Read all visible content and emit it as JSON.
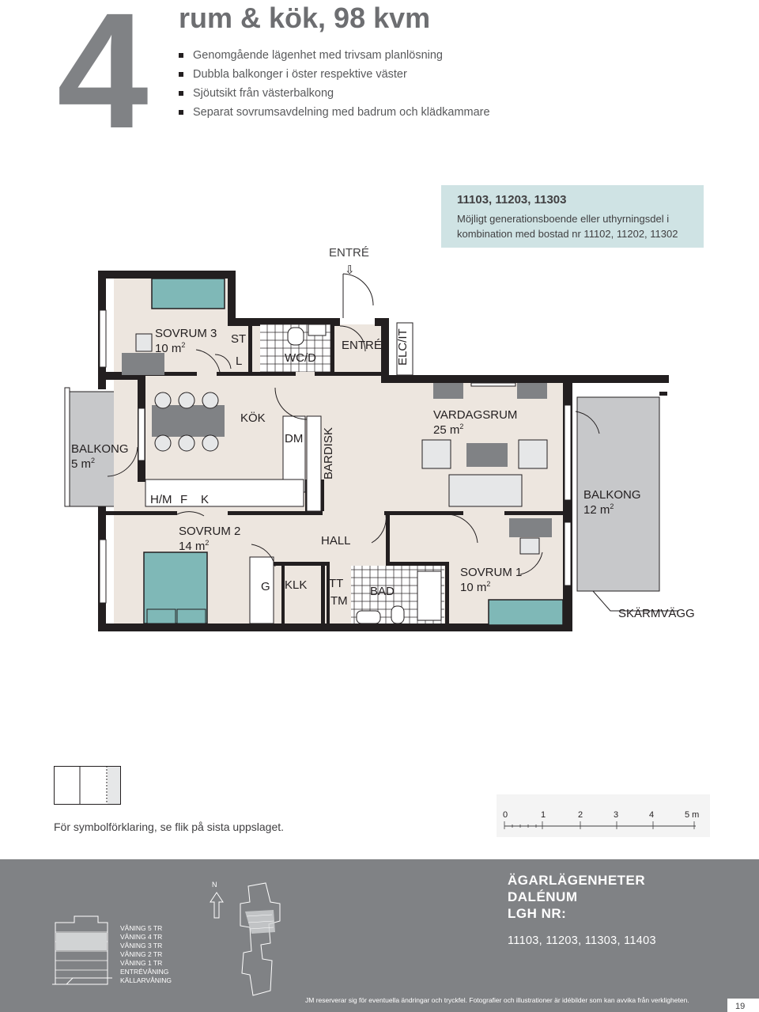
{
  "header": {
    "room_number": "4",
    "title": "rum & kök, 98 kvm",
    "bullets": [
      "Genomgående lägenhet med trivsam planlösning",
      "Dubbla balkonger i öster respektive väster",
      "Sjöutsikt från västerbalkong",
      "Separat sovrumsavdelning med badrum och klädkammare"
    ]
  },
  "infobox": {
    "numbers": "11103, 11203, 11303",
    "text": "Möjligt generationsboende eller uthyrningsdel i kombination med bostad nr 11102, 11202, 11302"
  },
  "entrance_label": "ENTRÉ",
  "plan": {
    "sovrum3": "SOVRUM 3",
    "sovrum3_area": "10 m",
    "st": "ST",
    "l": "L",
    "wcd": "WC/D",
    "entre": "ENTRÉ",
    "elcit": "ELC/IT",
    "kok": "KÖK",
    "dm": "DM",
    "bardisk": "BARDISK",
    "vardagsrum": "VARDAGSRUM",
    "vardagsrum_area": "25 m",
    "balkong_w": "BALKONG",
    "balkong_w_area": "5 m",
    "hm": "H/M",
    "f": "F",
    "k": "K",
    "balkong_e": "BALKONG",
    "balkong_e_area": "12 m",
    "sovrum2": "SOVRUM 2",
    "sovrum2_area": "14 m",
    "hall": "HALL",
    "g": "G",
    "klk": "KLK",
    "tt": "TT",
    "tm": "TM",
    "bad": "BAD",
    "sovrum1": "SOVRUM 1",
    "sovrum1_area": "10 m",
    "skarmvagg": "SKÄRMVÄGG",
    "sq": "2"
  },
  "symbol_note": "För symbolförklaring, se flik på sista uppslaget.",
  "scale": {
    "ticks": [
      "0",
      "1",
      "2",
      "3",
      "4",
      "5 m"
    ]
  },
  "footer": {
    "heading_lines": [
      "ÄGARLÄGENHETER",
      "DALÉNUM",
      "LGH NR:"
    ],
    "apartment_numbers": "11103, 11203, 11303, 11403",
    "floors": [
      "VÅNING 5 TR",
      "VÅNING 4 TR",
      "VÅNING 3 TR",
      "VÅNING 2 TR",
      "VÅNING 1 TR",
      "ENTRÉVÅNING",
      "KÄLLARVÅNING"
    ],
    "north": "N",
    "disclaimer": "JM reserverar sig för eventuella ändringar och tryckfel. Fotografier och illustrationer är idébilder som kan avvika från verkligheten.",
    "page_number": "19"
  },
  "colors": {
    "floor": "#ede6df",
    "wall": "#231f20",
    "balcony": "#c7c8ca",
    "bed": "#7fb8b7",
    "furniture": "#808285",
    "infobox": "#cfe3e4",
    "footer": "#808285"
  }
}
